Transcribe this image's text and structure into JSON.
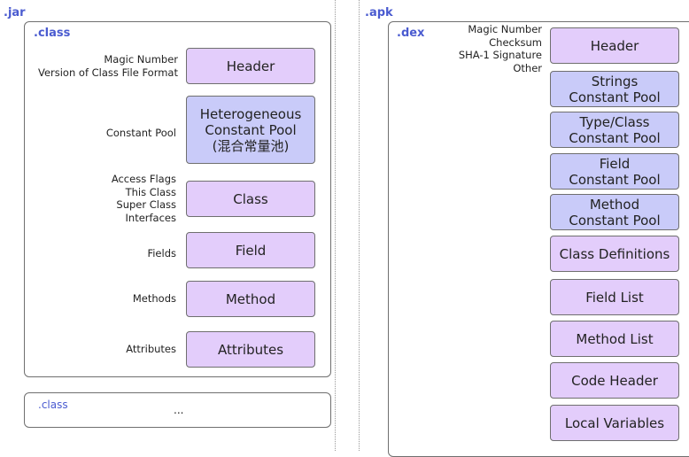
{
  "jar": {
    "title": ".jar",
    "class_title": ".class",
    "rows": [
      {
        "label": "Magic Number\nVersion of Class File Format",
        "box": "Header"
      },
      {
        "label": "Constant Pool",
        "box": "Heterogeneous\nConstant Pool\n(混合常量池)"
      },
      {
        "label": "Access Flags\nThis Class\nSuper Class\nInterfaces",
        "box": "Class"
      },
      {
        "label": "Fields",
        "box": "Field"
      },
      {
        "label": "Methods",
        "box": "Method"
      },
      {
        "label": "Attributes",
        "box": "Attributes"
      }
    ],
    "extra_class_title": ".class",
    "extra_ellipsis": "..."
  },
  "apk": {
    "title": ".apk",
    "dex_title": ".dex",
    "header_label": "Magic Number\nChecksum\nSHA-1 Signature\nOther",
    "boxes": [
      "Header",
      "Strings\nConstant Pool",
      "Type/Class\nConstant Pool",
      "Field\nConstant Pool",
      "Method\nConstant Pool",
      "Class Definitions",
      "Field List",
      "Method List",
      "Code Header",
      "Local Variables"
    ]
  },
  "colors": {
    "purple_fill": "#e3cdfb",
    "blue_fill": "#c9cbf9",
    "title_color": "#4a5bd0",
    "border": "#6f6f6f"
  }
}
